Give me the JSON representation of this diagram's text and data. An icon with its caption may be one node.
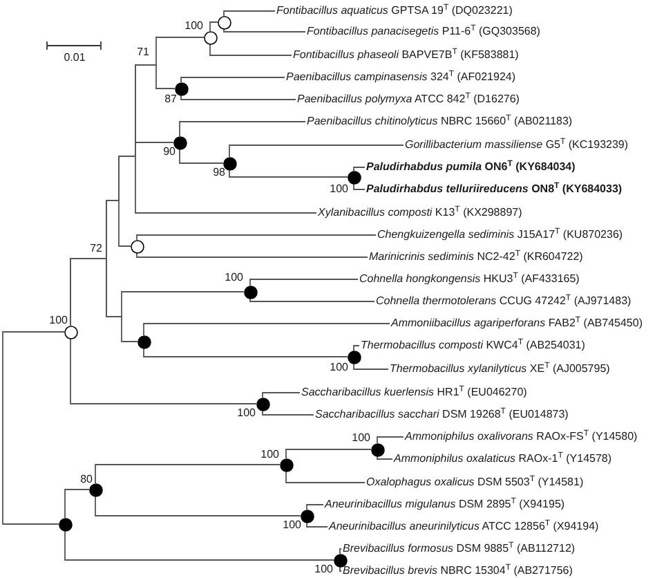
{
  "diagram": {
    "nodes": [
      {
        "text": [
          "*Fontibacillus aquaticus* GPTSA 19$^{T}$ (DQ023221)"
        ]
      },
      {
        "text": [],
        "shape": "circle"
      },
      {
        "text": [
          "*Fontibacillus panacisegetis* P11-6$^{T}$ (GQ303568)"
        ]
      },
      {
        "text": [],
        "shape": "circle",
        "beside": [
          "100"
        ]
      },
      {
        "text": [
          "*Fontibacillus phaseoli* BAPVE7B$^{T}$ (KF583881)"
        ]
      },
      {
        "text": [
          "*Paenibacillus campinasensis* 324$^{T}$ (AF021924)"
        ]
      },
      {
        "text": [],
        "shape": "circle",
        "beside": [
          "87"
        ]
      },
      {
        "text": [
          "*Paenibacillus polymyxa* ATCC 842$^{T}$ (D16276)"
        ]
      },
      {
        "text": [
          "*Paenibacillus chitinolyticus* NBRC 15660$^{T}$ (AB021183)"
        ]
      },
      {
        "text": [],
        "shape": "circle",
        "beside": [
          "90"
        ]
      },
      {
        "text": [
          "*Gorillibacterium massiliense* G5$^{T}$ (KC193239)"
        ]
      },
      {
        "text": [],
        "shape": "circle",
        "beside": [
          "98"
        ]
      },
      {
        "text": [
          "*Paludirhabdus pumila* ON6$^{T}$ (KY684034)"
        ]
      },
      {
        "text": [],
        "shape": "circle",
        "beside": [
          "100"
        ]
      },
      {
        "text": [
          "*Paludirhabdus telluriireducens* ON8$^{T}$ (KY684033)"
        ]
      },
      {
        "text": [
          "*Xylanibacillus composti* K13$^{T}$ (KX298897)"
        ]
      },
      {
        "text": [
          "*Chengkuizengella sediminis* J15A17$^{T}$ (KU870236)"
        ]
      },
      {
        "text": [],
        "shape": "circle"
      },
      {
        "text": [
          "*Marinicrinis sediminis* NC2-42$^{T}$ (KR604722)"
        ]
      },
      {
        "text": [
          "*Cohnella hongkongensis* HKU3$^{T}$ (AF433165)"
        ]
      },
      {
        "text": [],
        "shape": "circle",
        "beside": [
          "100"
        ]
      },
      {
        "text": [
          "*Cohnella thermotolerans* CCUG 47242$^{T}$ (AJ971483)"
        ]
      },
      {
        "text": [
          "*Ammoniibacillus agariperforans* FAB2$^{T}$ (AB745450)"
        ]
      },
      {
        "text": [],
        "shape": "circle",
        "beside": [
          "100"
        ]
      },
      {
        "text": [],
        "shape": "circle"
      },
      {
        "text": [
          "*Thermobacillus composti* KWC4$^{T}$ (AB254031)"
        ]
      },
      {
        "text": [],
        "shape": "circle",
        "beside": [
          "100"
        ]
      },
      {
        "text": [
          "*Thermobacillus xylanilyticus* XE$^{T}$ (AJ005795)"
        ]
      },
      {
        "text": [
          "*Saccharibacillus kuerlensis* HR1$^{T}$ (EU046270)"
        ]
      },
      {
        "text": [],
        "shape": "circle",
        "beside": [
          "100"
        ]
      },
      {
        "text": [
          "*Saccharibacillus sacchari* DSM 19268$^{T}$ (EU014873)"
        ]
      },
      {
        "text": [
          "*Ammoniphilus oxalivorans* RAOx-FS$^{T}$ (Y14580)"
        ]
      },
      {
        "text": [],
        "shape": "circle",
        "beside": [
          "100"
        ]
      },
      {
        "text": [
          "*Ammoniphilus oxalaticus* RAOx-1$^{T}$ (Y14578)"
        ]
      },
      {
        "text": [],
        "shape": "circle",
        "beside": [
          "100"
        ]
      },
      {
        "text": [
          "*Oxalophagus oxalicus* DSM 5503$^{T}$ (Y14581)"
        ]
      },
      {
        "text": [],
        "shape": "circle",
        "beside": [
          "80"
        ]
      },
      {
        "text": [
          "*Aneurinibacillus migulanus* DSM 2895$^{T}$ (X94195)"
        ]
      },
      {
        "text": [],
        "shape": "circle",
        "beside": [
          "100"
        ]
      },
      {
        "text": [],
        "shape": "circle"
      },
      {
        "text": [
          "*Aneurinibacillus aneurinilyticus* ATCC 12856$^{T}$ (X94194)"
        ]
      },
      {
        "text": [
          "*Brevibacillus formosus* DSM 9885$^{T}$ (AB112712)"
        ]
      },
      {
        "text": [],
        "shape": "circle",
        "beside": [
          "100"
        ]
      },
      {
        "text": [
          "*Brevibacillus brevis* NBRC 15304$^{T}$ (AB271756)"
        ]
      }
    ],
    "edges": [
      {
        "from": 1,
        "to": 0,
        "arrow": "none"
      },
      {
        "from": 1,
        "to": 2,
        "arrow": "none"
      },
      {
        "from": 3,
        "to": 1,
        "arrow": "none"
      },
      {
        "from": 3,
        "to": 4,
        "arrow": "none"
      },
      {
        "from": 6,
        "to": 5,
        "arrow": "none"
      },
      {
        "from": 6,
        "to": 7,
        "arrow": "none"
      },
      {
        "from": 9,
        "to": 8,
        "arrow": "none"
      },
      {
        "from": 9,
        "to": 11,
        "arrow": "none"
      },
      {
        "from": 11,
        "to": 10,
        "arrow": "none"
      },
      {
        "from": 11,
        "to": 13,
        "arrow": "none"
      },
      {
        "from": 13,
        "to": 12,
        "arrow": "none"
      },
      {
        "from": 13,
        "to": 14,
        "arrow": "none"
      },
      {
        "from": 17,
        "to": 16,
        "arrow": "none"
      },
      {
        "from": 17,
        "to": 18,
        "arrow": "none"
      },
      {
        "from": 20,
        "to": 19,
        "arrow": "none"
      },
      {
        "from": 20,
        "to": 21,
        "arrow": "none"
      },
      {
        "from": 23,
        "to": 3,
        "arrow": "none"
      },
      {
        "from": 23,
        "to": 6,
        "arrow": "none"
      },
      {
        "from": 23,
        "to": 9,
        "arrow": "none"
      },
      {
        "from": 23,
        "to": 15,
        "arrow": "none"
      },
      {
        "from": 23,
        "to": 17,
        "arrow": "none"
      },
      {
        "from": 23,
        "to": 20,
        "arrow": "none"
      },
      {
        "from": 23,
        "to": 24,
        "arrow": "none"
      },
      {
        "from": 23,
        "to": 29,
        "arrow": "none"
      },
      {
        "from": 23,
        "to": 39,
        "arrow": "none"
      },
      {
        "from": 24,
        "to": 22,
        "arrow": "none"
      },
      {
        "from": 24,
        "to": 26,
        "arrow": "none"
      },
      {
        "from": 26,
        "to": 25,
        "arrow": "none"
      },
      {
        "from": 26,
        "to": 27,
        "arrow": "none"
      },
      {
        "from": 29,
        "to": 28,
        "arrow": "none"
      },
      {
        "from": 29,
        "to": 30,
        "arrow": "none"
      },
      {
        "from": 32,
        "to": 31,
        "arrow": "none"
      },
      {
        "from": 32,
        "to": 33,
        "arrow": "none"
      },
      {
        "from": 34,
        "to": 32,
        "arrow": "none"
      },
      {
        "from": 34,
        "to": 35,
        "arrow": "none"
      },
      {
        "from": 36,
        "to": 34,
        "arrow": "none"
      },
      {
        "from": 36,
        "to": 38,
        "arrow": "none"
      },
      {
        "from": 38,
        "to": 37,
        "arrow": "none"
      },
      {
        "from": 38,
        "to": 40,
        "arrow": "none"
      },
      {
        "from": 39,
        "to": 36,
        "arrow": "none"
      },
      {
        "from": 39,
        "to": 42,
        "arrow": "none"
      },
      {
        "from": 42,
        "to": 41,
        "arrow": "none"
      },
      {
        "from": 42,
        "to": 43,
        "arrow": "none"
      }
    ],
    "labels": [
      "0.01",
      "71",
      "72"
    ]
  }
}
